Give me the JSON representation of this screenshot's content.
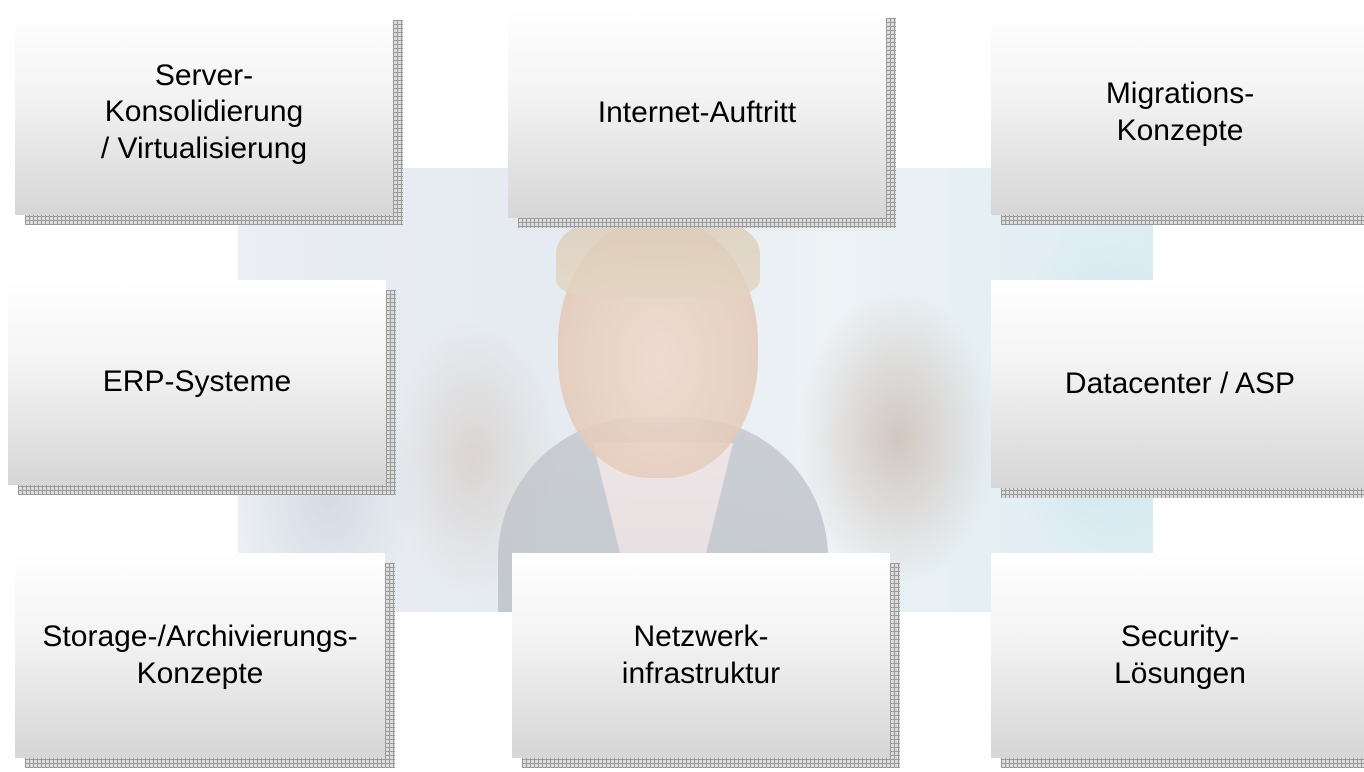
{
  "diagram": {
    "services": [
      {
        "id": "server",
        "label": "Server-\nKonsolidierung\n/ Virtualisierung"
      },
      {
        "id": "internet",
        "label": "Internet-Auftritt"
      },
      {
        "id": "migration",
        "label": "Migrations-\nKonzepte"
      },
      {
        "id": "erp",
        "label": "ERP-Systeme"
      },
      {
        "id": "datacenter",
        "label": "Datacenter / ASP"
      },
      {
        "id": "storage",
        "label": "Storage-/Archivierungs-\nKonzepte"
      },
      {
        "id": "netzwerk",
        "label": "Netzwerk-\ninfrastruktur"
      },
      {
        "id": "security",
        "label": "Security-\nLösungen"
      }
    ]
  }
}
